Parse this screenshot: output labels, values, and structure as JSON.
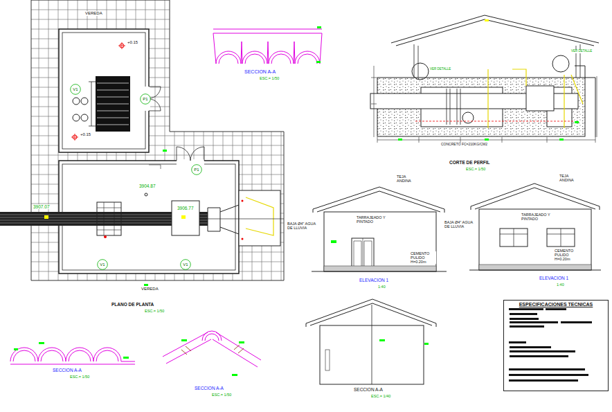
{
  "diagram": {
    "nodes": [
      {
        "text": [
          "ESPECIFICACIONES TECNICAS"
        ]
      },
      {
        "text": [
          "V1"
        ]
      },
      {
        "text": [
          "P1"
        ]
      },
      {
        "text": [
          "P1"
        ]
      },
      {
        "text": [
          "V1"
        ]
      },
      {
        "text": [
          "V1"
        ]
      }
    ],
    "labels": [
      "VEREDA",
      "+0.15",
      "+0.15",
      "3904.87",
      "3907.07",
      "3906.77",
      "VEREDA",
      "PLANO DE PLANTA",
      "ESC.= 1/50",
      "SECCION A-A",
      "ESC.= 1/50",
      "CORTE DE PERFIL",
      "ESC.= 1/50",
      "CONCRETO FC=210KG/CM2",
      "TEJA ANDINA",
      "TARRAJEADO Y PINTADO",
      "BAJA Ø4\" AGUA DE LLUVIA",
      "CEMENTO PULIDO H=0.20m",
      "ELEVACION 1",
      "1:40",
      "TEJA ANDINA",
      "TARRAJEADO Y PINTADO",
      "BAJA Ø4\" AGUA DE LLUVIA",
      "CEMENTO PULIDO H=0.20m",
      "ELEVACION 1",
      "1:40",
      "SECCION A-A",
      "ESC.= 1/40",
      "SECCION A-A",
      "ESC.= 1/50",
      "SECCION A-A",
      "ESC.= 1/50",
      "VER DETALLE",
      "VER DETALLE"
    ]
  }
}
